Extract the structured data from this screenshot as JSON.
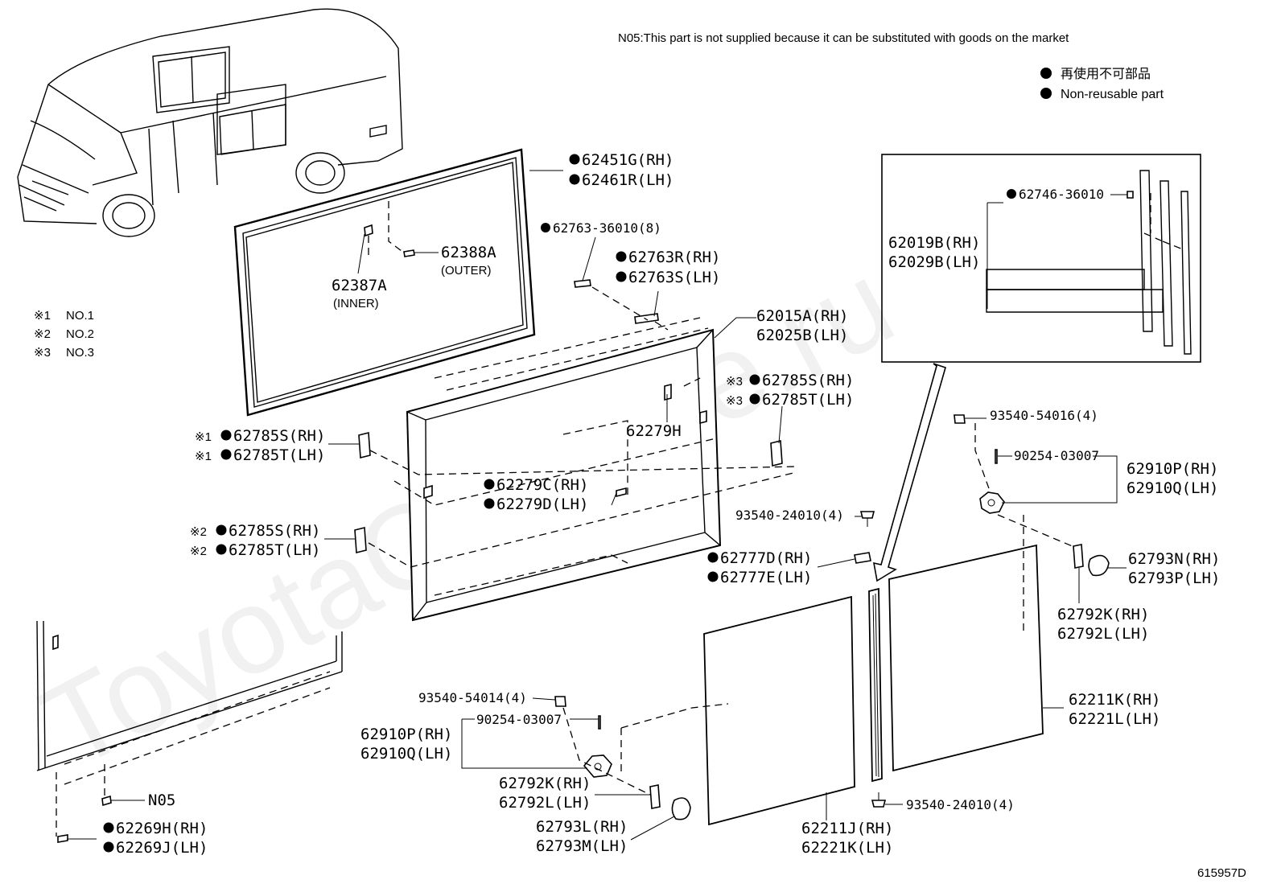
{
  "note": "N05:This part is not supplied because it can be substituted with goods on the market",
  "legend": {
    "jp": "再使用不可部品",
    "en": "Non-reusable part"
  },
  "ref_notes": [
    {
      "mark": "※1",
      "label": "NO.1"
    },
    {
      "mark": "※2",
      "label": "NO.2"
    },
    {
      "mark": "※3",
      "label": "NO.3"
    }
  ],
  "labels": {
    "l01": "62451G(RH)",
    "l02": "62461R(LH)",
    "l03": "62763-36010(8)",
    "l04": "62388A",
    "l05": "(OUTER)",
    "l06": "62387A",
    "l07": "(INNER)",
    "l08": "62763R(RH)",
    "l09": "62763S(LH)",
    "l10": "62015A(RH)",
    "l11": "62025B(LH)",
    "l12": "62785S(RH)",
    "l13": "62785T(LH)",
    "l14": "62279H",
    "l15": "62785S(RH)",
    "l16": "62785T(LH)",
    "l17": "62279C(RH)",
    "l18": "62279D(LH)",
    "l19": "62785S(RH)",
    "l20": "62785T(LH)",
    "l21": "62746-36010",
    "l22": "62019B(RH)",
    "l23": "62029B(LH)",
    "l24": "93540-54016(4)",
    "l25": "90254-03007",
    "l26": "62910P(RH)",
    "l27": "62910Q(LH)",
    "l28": "93540-24010(4)",
    "l29": "62777D(RH)",
    "l30": "62777E(LH)",
    "l31": "62793N(RH)",
    "l32": "62793P(LH)",
    "l33": "62792K(RH)",
    "l34": "62792L(LH)",
    "l35": "62211K(RH)",
    "l36": "62221L(LH)",
    "l37": "93540-54014(4)",
    "l38": "90254-03007",
    "l39": "62910P(RH)",
    "l40": "62910Q(LH)",
    "l41": "62792K(RH)",
    "l42": "62792L(LH)",
    "l43": "62793L(RH)",
    "l44": "62793M(LH)",
    "l45": "62211J(RH)",
    "l46": "62221K(LH)",
    "l47": "93540-24010(4)",
    "l48": "N05",
    "l49": "62269H(RH)",
    "l50": "62269J(LH)"
  },
  "diagram_id": "615957D"
}
